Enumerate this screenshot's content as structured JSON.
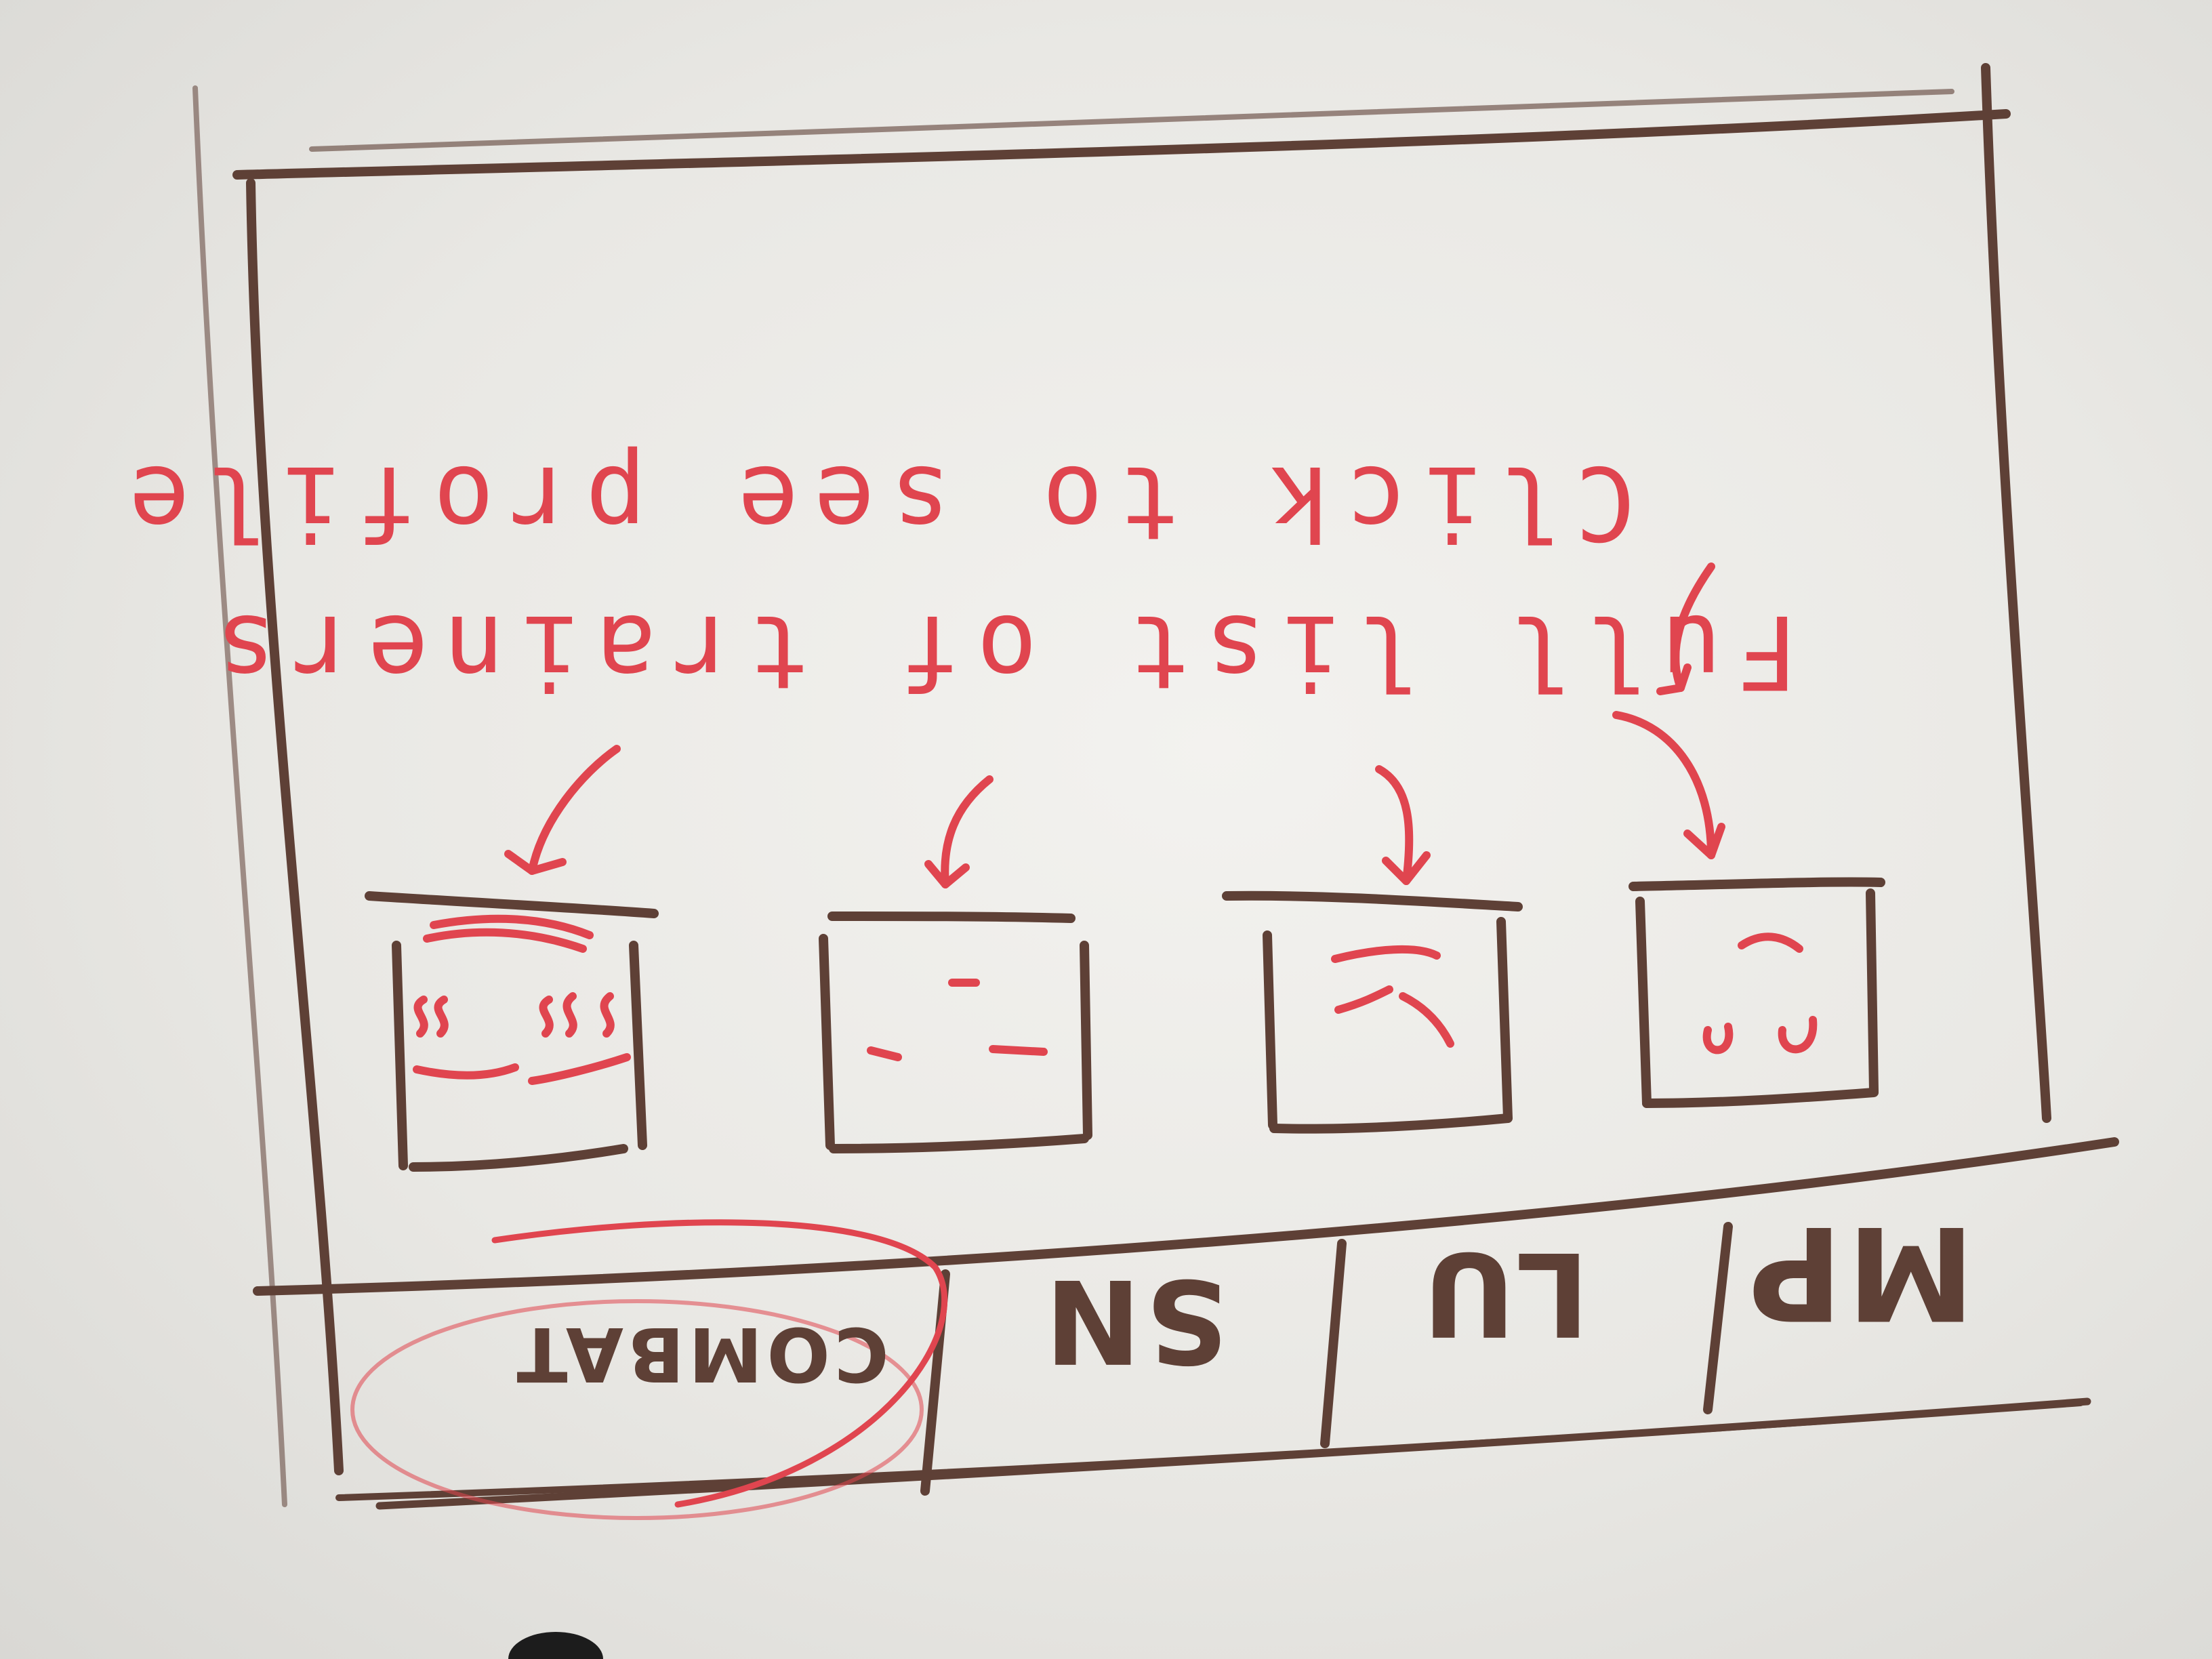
{
  "colors": {
    "marker_brown": "#5e4036",
    "marker_red": "#e0454f",
    "board": "#f0efeb"
  },
  "tabs": [
    {
      "label": "MP",
      "active": false
    },
    {
      "label": "LU",
      "active": false
    },
    {
      "label": "SN",
      "active": false
    },
    {
      "label": "COMBAT",
      "active": true
    }
  ],
  "annotation": {
    "line1": "Full list of trainers",
    "line2": "Click to see profile"
  },
  "trainers": [
    {
      "id": "trainer-1",
      "icon": "smiling-face-icon"
    },
    {
      "id": "trainer-2",
      "icon": "frowning-face-icon"
    },
    {
      "id": "trainer-3",
      "icon": "neutral-face-icon"
    },
    {
      "id": "trainer-4",
      "icon": "dizzy-face-icon"
    }
  ]
}
